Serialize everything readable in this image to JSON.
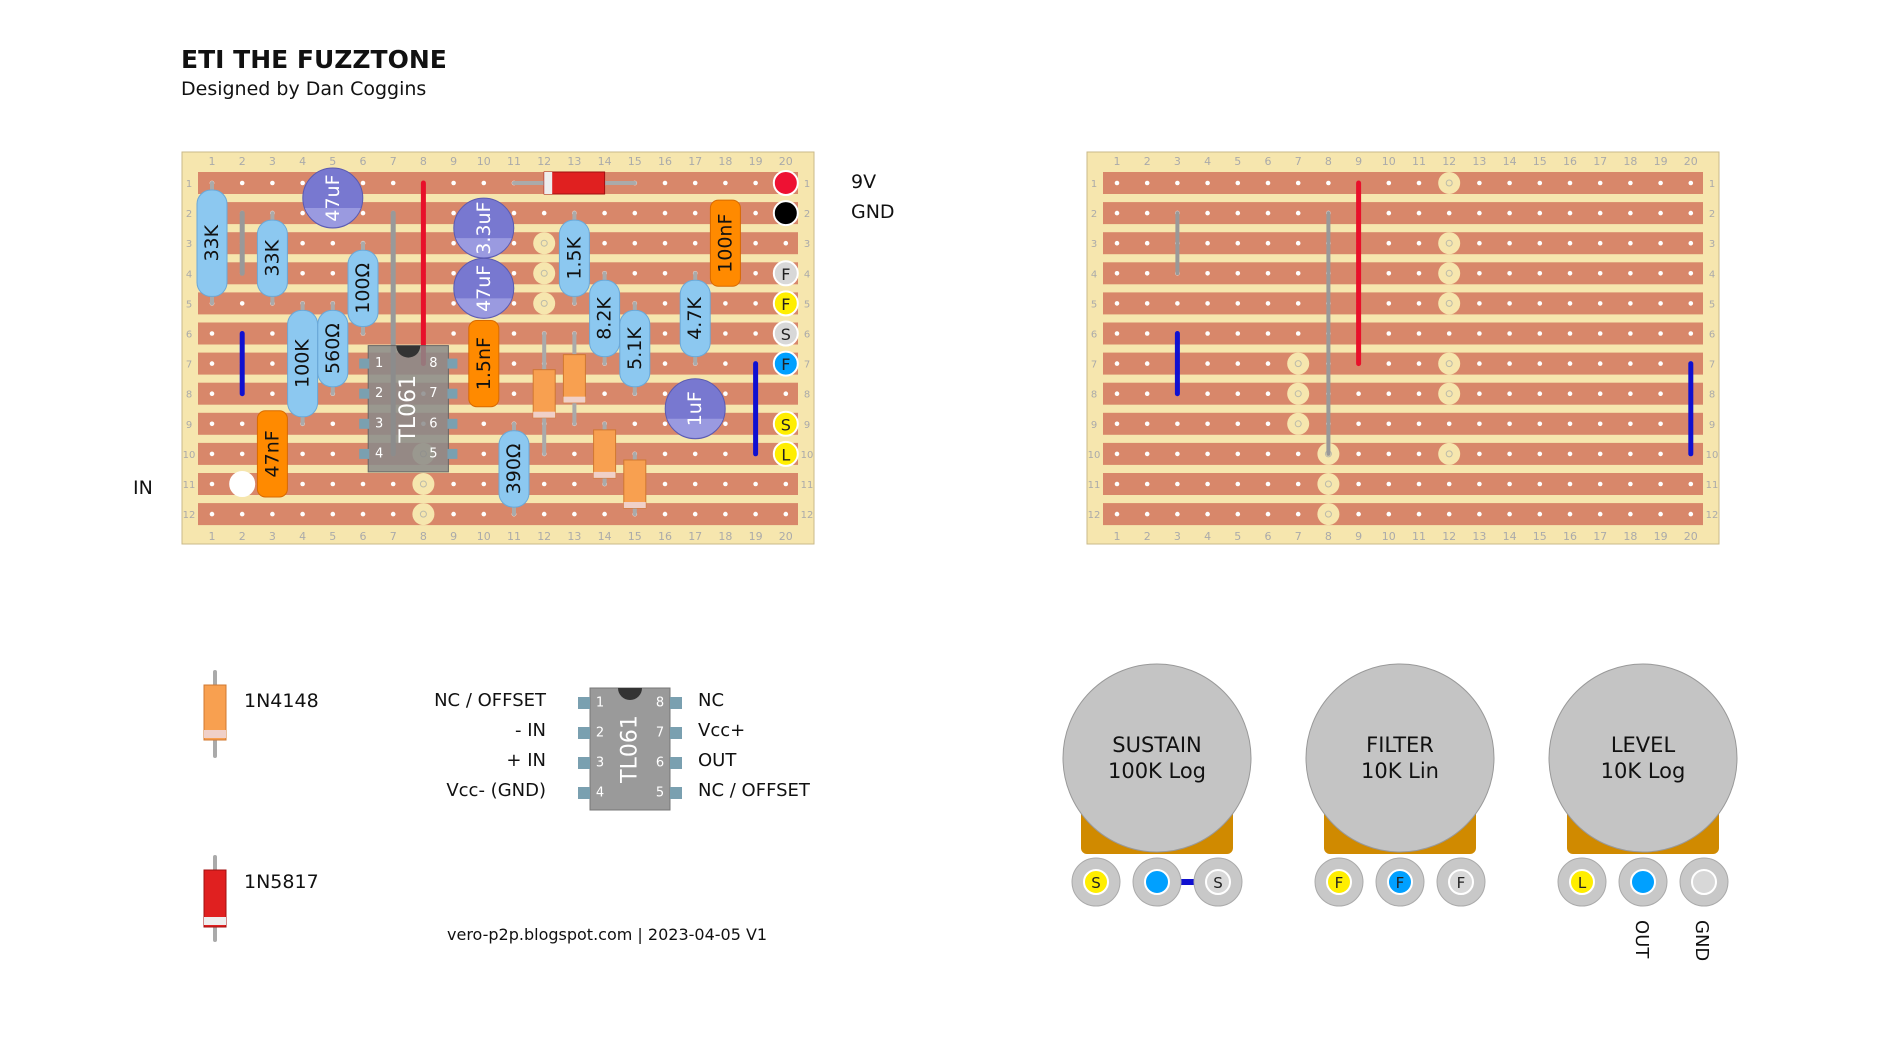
{
  "title": "ETI THE FUZZTONE",
  "subtitle": "Designed by Dan Coggins",
  "footer": "vero-p2p.blogspot.com  |  2023-04-05 V1",
  "colors": {
    "board": "#f6e6ae",
    "strip": "#d8876a",
    "hole": "#ffffff",
    "resistor": "#8cc8f0",
    "electrolytic": "#7878d0",
    "film_cap": "#ff8a00",
    "diode_si": "#f8a050",
    "diode_schottky": "#e02020",
    "link_red": "#e8102a",
    "link_blue": "#1010d0",
    "link_gray": "#999999",
    "pot_body": "#c4c4c4",
    "pot_base": "#d08a00",
    "pad_yellow": "#ffee00",
    "pad_blue": "#00a0ff",
    "pad_gray": "#d8d8d8"
  },
  "board": {
    "columns": [
      "1",
      "2",
      "3",
      "4",
      "5",
      "6",
      "7",
      "8",
      "9",
      "10",
      "11",
      "12",
      "13",
      "14",
      "15",
      "16",
      "17",
      "18",
      "19",
      "20"
    ],
    "rows": [
      "1",
      "2",
      "3",
      "4",
      "5",
      "6",
      "7",
      "8",
      "9",
      "10",
      "11",
      "12"
    ]
  },
  "connections": {
    "v9": "9V",
    "gnd": "GND",
    "input": "IN"
  },
  "components": {
    "resistors": [
      "33K",
      "33K",
      "100Ω",
      "100K",
      "560Ω",
      "1.5K",
      "8.2K",
      "5.1K",
      "4.7K",
      "390Ω"
    ],
    "electrolytics": [
      "47uF",
      "3.3uF",
      "47uF",
      "1uF"
    ],
    "film_caps": [
      "100nF",
      "1.5nF",
      "47nF"
    ],
    "ic": "TL061"
  },
  "pad_letters": {
    "f": "F",
    "s": "S",
    "l": "L"
  },
  "ic_pins": {
    "numbers": [
      "1",
      "2",
      "3",
      "4",
      "5",
      "6",
      "7",
      "8"
    ],
    "left": [
      "NC / OFFSET",
      "- IN",
      "+ IN",
      "Vcc- (GND)"
    ],
    "right": [
      "NC",
      "Vcc+",
      "OUT",
      "NC / OFFSET"
    ]
  },
  "legend": {
    "d1": "1N4148",
    "d2": "1N5817"
  },
  "pots": [
    {
      "name": "SUSTAIN",
      "value": "100K Log",
      "pads": [
        "S",
        "",
        "S"
      ],
      "pad_colors": [
        "yellow",
        "blue",
        "gray"
      ]
    },
    {
      "name": "FILTER",
      "value": "10K Lin",
      "pads": [
        "F",
        "F",
        "F"
      ],
      "pad_colors": [
        "yellow",
        "blue",
        "gray"
      ]
    },
    {
      "name": "LEVEL",
      "value": "10K Log",
      "pads": [
        "L",
        "",
        ""
      ],
      "pad_colors": [
        "yellow",
        "blue",
        "gray"
      ]
    }
  ],
  "pot_outputs": {
    "out": "OUT",
    "gnd": "GND"
  }
}
